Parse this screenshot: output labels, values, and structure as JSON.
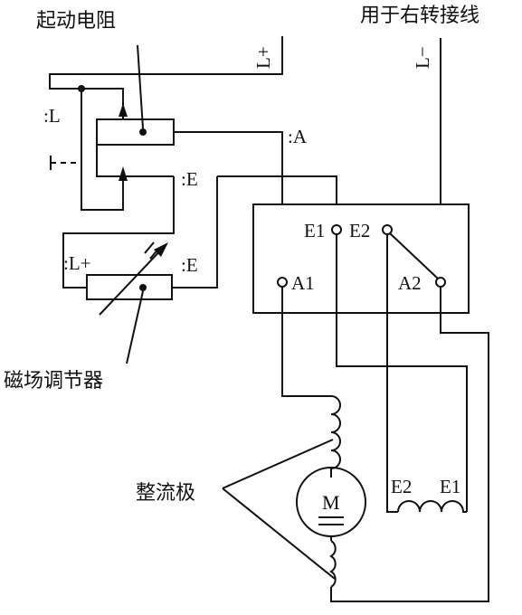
{
  "labels": {
    "starter": "起动电阻",
    "right_turn": "用于右转接线",
    "field_reg": "磁场调节器",
    "commutating": "整流极",
    "l_plus_top": "L+",
    "l_minus_top": "L−",
    "t_L": ":L",
    "t_A": ":A",
    "t_E1": ":E",
    "t_Lp": ":L+",
    "t_E2": ":E",
    "E1": "E1",
    "E2": "E2",
    "A1": "A1",
    "A2": "A2",
    "motor": "M",
    "field_E2": "E2",
    "field_E1": "E1"
  }
}
